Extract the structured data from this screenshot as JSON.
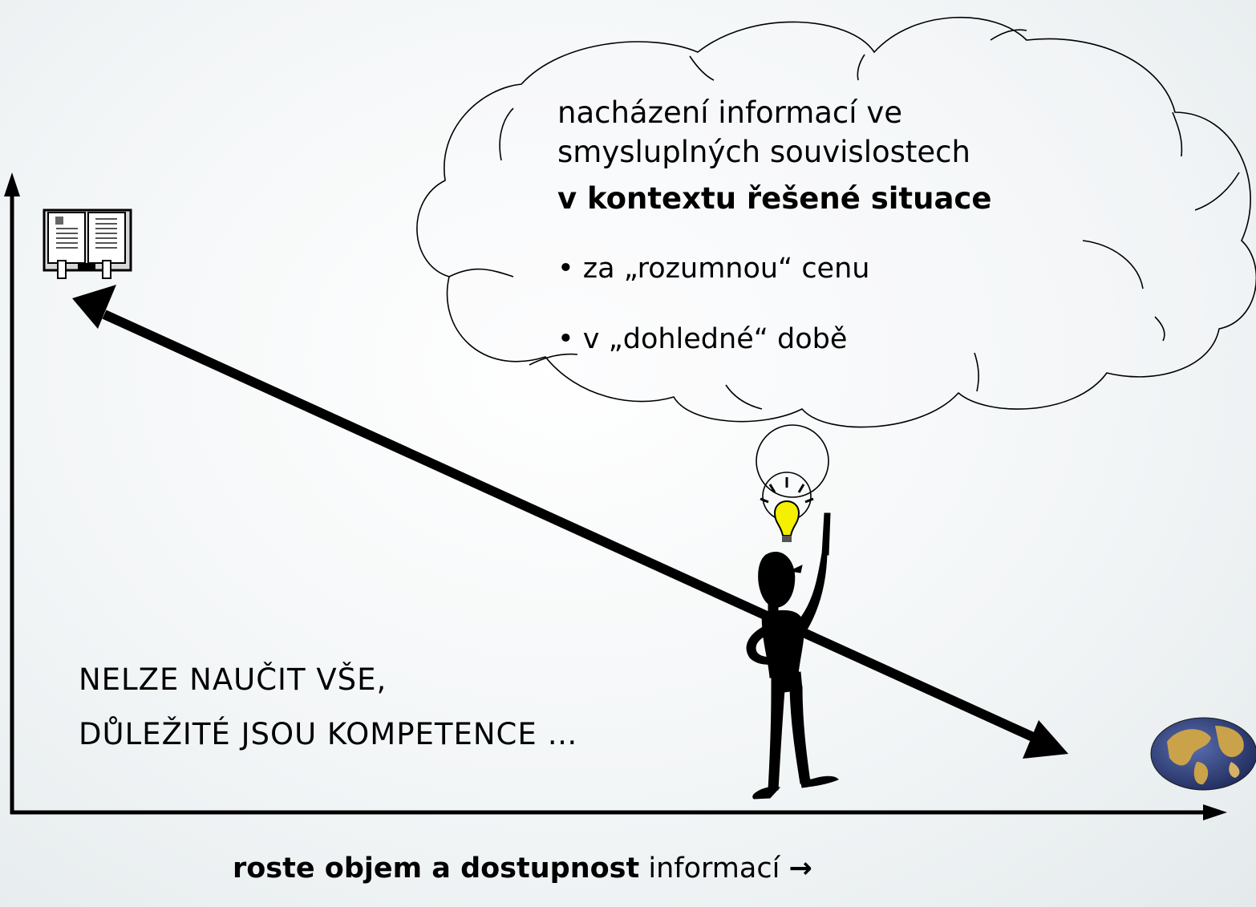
{
  "cloud": {
    "line1": "nacházení informací ve",
    "line2": "smysluplných souvislostech",
    "line3": "v kontextu řešené situace",
    "bullet1": "• za „rozumnou“ cenu",
    "bullet2": "• v „dohledné“ době"
  },
  "statement": {
    "line1": "NELZE NAUČIT VŠE,",
    "line2": "DŮLEŽITÉ JSOU KOMPETENCE …"
  },
  "x_axis_caption": {
    "bold_part": "roste objem a dostupnost",
    "normal_part": " informací",
    "arrow_glyph": "→"
  },
  "icons": {
    "top_left": "open-book-icon",
    "bottom_right": "globe-icon",
    "character": "thinking-figure",
    "idea": "light-bulb-icon"
  },
  "colors": {
    "line": "#000000",
    "bulb": "#f4f000",
    "globe_ocean": "#2d3f7a",
    "globe_land": "#c9a24a"
  }
}
